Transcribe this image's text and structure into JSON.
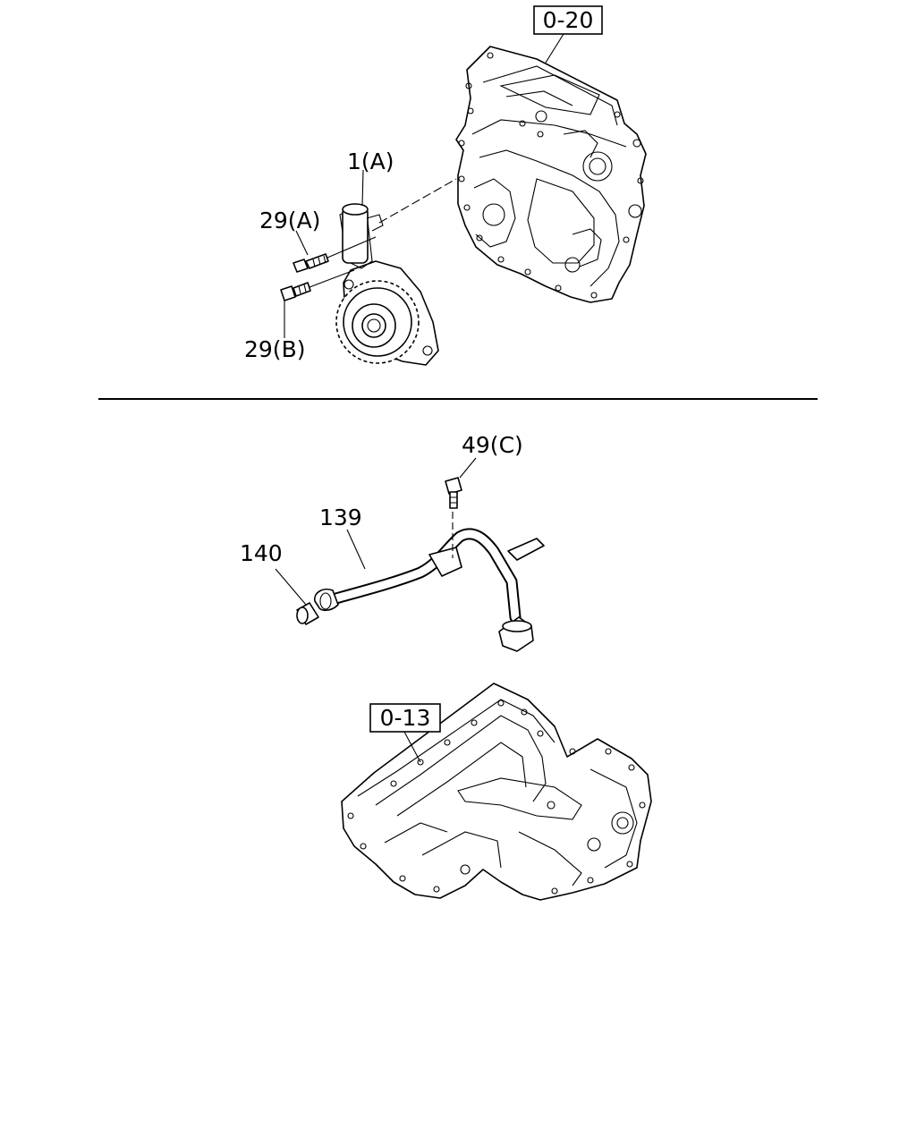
{
  "callouts": {
    "ref_top": "0-20",
    "ref_bottom": "0-13",
    "oil_pump": "1(A)",
    "bolt_a": "29(A)",
    "bolt_b": "29(B)",
    "bolt_c": "49(C)",
    "pipe": "139",
    "seal": "140"
  }
}
